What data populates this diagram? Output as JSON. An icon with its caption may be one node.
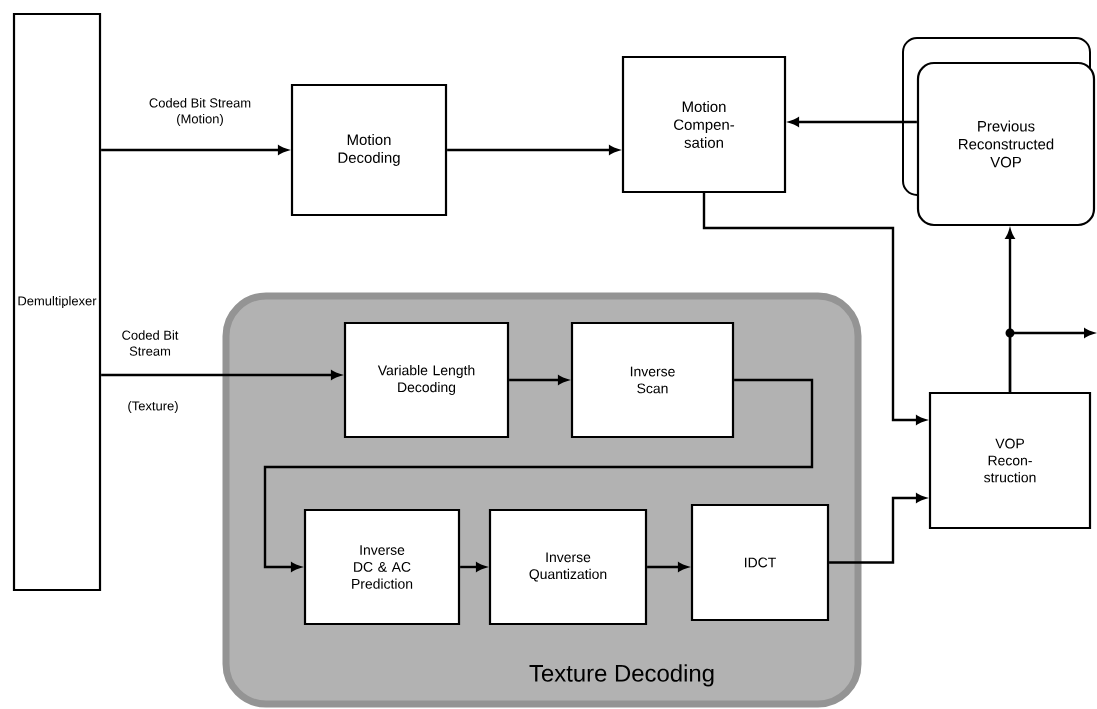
{
  "diagram": {
    "nodes": [
      {
        "text": [
          "Demultiplexer"
        ]
      },
      {
        "text": [
          "Motion Decoding"
        ]
      },
      {
        "text": [
          "Motion Compen- sation"
        ]
      },
      {
        "text": [
          "Previous Reconstructed VOP"
        ]
      },
      {
        "text": [
          "Texture Decoding"
        ]
      },
      {
        "text": [
          "Variable Length Decoding"
        ],
        "in": 4
      },
      {
        "text": [
          "Inverse Scan"
        ],
        "in": 4
      },
      {
        "text": [
          "Inverse DC & AC Prediction"
        ],
        "in": 4
      },
      {
        "text": [
          "Inverse Quantization"
        ],
        "in": 4
      },
      {
        "text": [
          "IDCT"
        ],
        "in": 4
      },
      {
        "text": [
          "VOP Recon- struction"
        ]
      }
    ],
    "edges": [
      {
        "from": 0,
        "to": 1,
        "arrow": "to",
        "label": "Coded Bit Stream (Motion)"
      },
      {
        "from": 1,
        "to": 2,
        "arrow": "to"
      },
      {
        "from": 3,
        "to": 2,
        "arrow": "to"
      },
      {
        "from": 2,
        "to": 10,
        "arrow": "to"
      },
      {
        "from": 0,
        "to": 5,
        "arrow": "to",
        "label": "Coded Bit Stream"
      },
      {
        "from": 5,
        "to": 6,
        "arrow": "to"
      },
      {
        "from": 6,
        "to": 7,
        "arrow": "to"
      },
      {
        "from": 7,
        "to": 8,
        "arrow": "to"
      },
      {
        "from": 8,
        "to": 9,
        "arrow": "to"
      },
      {
        "from": 9,
        "to": 10,
        "arrow": "to"
      },
      {
        "from": 10,
        "to": 3,
        "arrow": "to"
      },
      {
        "from": 10,
        "to": null,
        "arrow": "to"
      }
    ],
    "labels": [
      "(Texture)"
    ]
  }
}
